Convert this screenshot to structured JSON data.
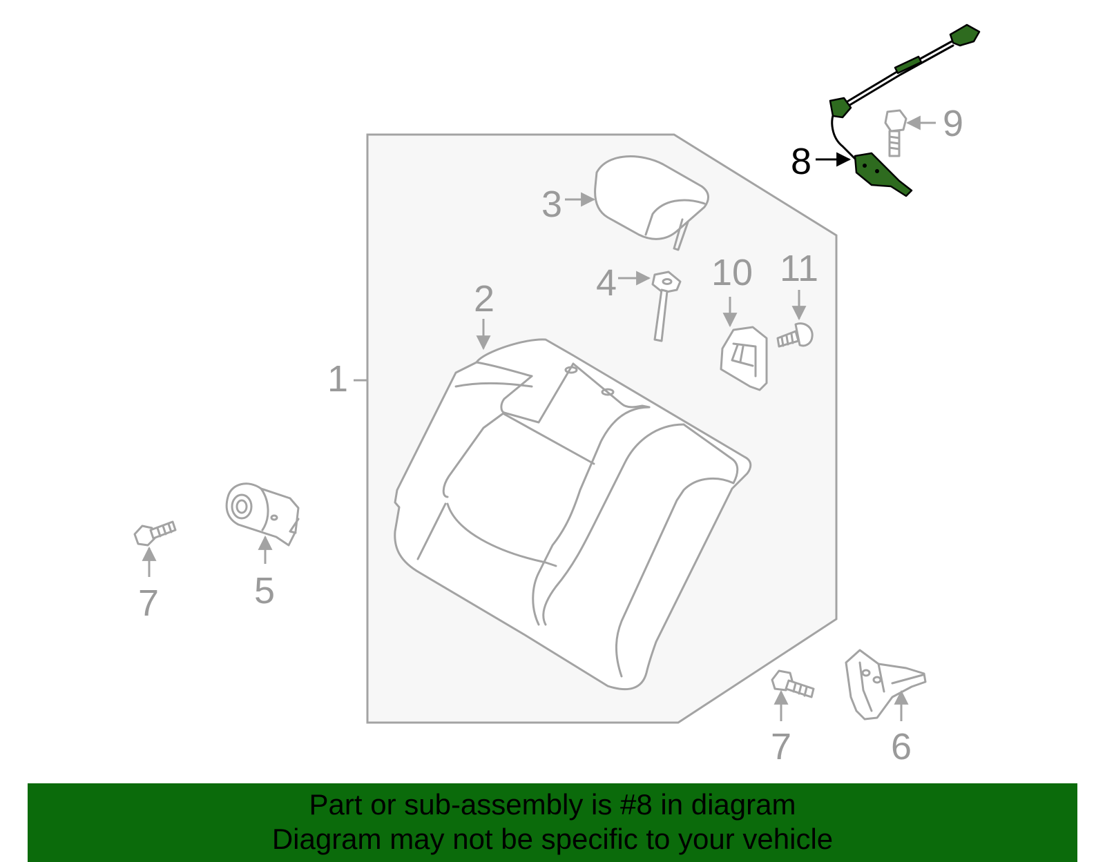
{
  "labels": {
    "l1": "1",
    "l2": "2",
    "l3": "3",
    "l4": "4",
    "l5": "5",
    "l6": "6",
    "l7a": "7",
    "l7b": "7",
    "l8": "8",
    "l9": "9",
    "l10": "10",
    "l11": "11"
  },
  "highlighted_part": "8",
  "colors": {
    "highlight": "#2e6b1f",
    "banner": "#0b6b0b",
    "line_art": "#a3a3a3",
    "panel": "#f7f7f7"
  },
  "banner": {
    "line1": "Part or sub-assembly is #8 in diagram",
    "line2": "Diagram may not be specific to your vehicle"
  }
}
